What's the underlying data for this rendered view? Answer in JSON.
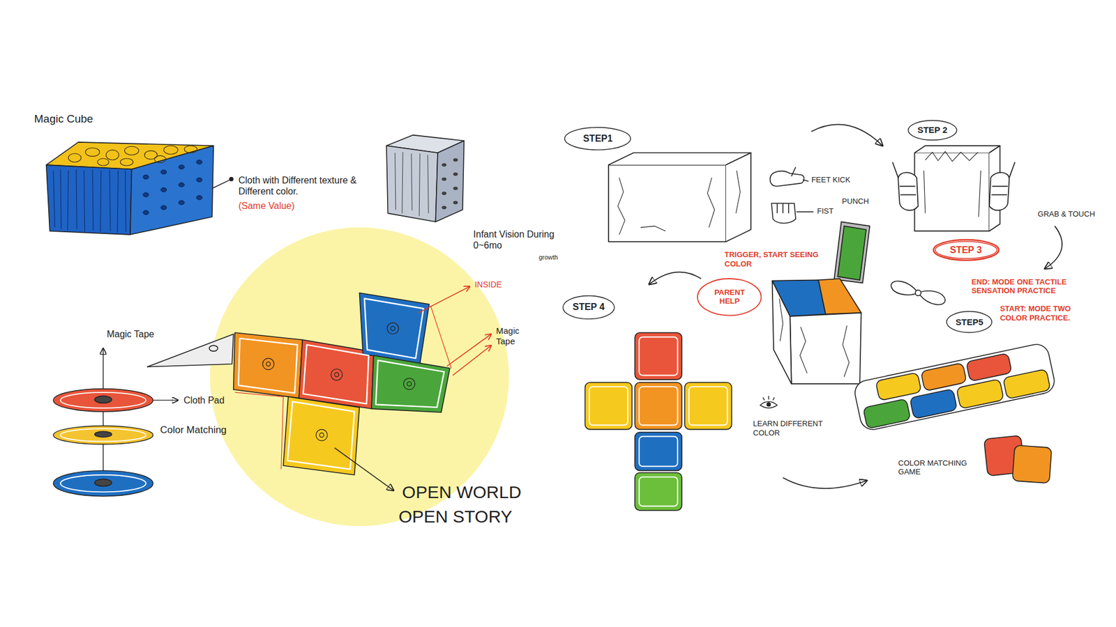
{
  "diagram": {
    "title": "Magic Cube",
    "nodes": [
      {
        "text": [
          "STEP1"
        ]
      },
      {
        "text": [
          "STEP 2"
        ]
      },
      {
        "text": [
          "STEP 3"
        ]
      },
      {
        "text": [
          "PARENT HELP"
        ]
      },
      {
        "text": [
          "STEP 4"
        ]
      },
      {
        "text": [
          "STEP5"
        ]
      }
    ],
    "labels": [
      "Cloth with Different texture & Different color.",
      "(Same Value)",
      "Infant Vision During 0~6mo",
      "growth",
      "INSIDE",
      "Magic Tape",
      "Magic Tape",
      "Cloth Pad",
      "Color Matching",
      "OPEN WORLD",
      "OPEN STORY",
      "FEET KICK",
      "PUNCH",
      "FIST",
      "GRAB & TOUCH",
      "TRIGGER, START SEEING COLOR",
      "END: MODE ONE TACTILE SENSATION PRACTICE",
      "START: MODE TWO COLOR PRACTICE.",
      "LEARN DIFFERENT COLOR",
      "COLOR MATCHING GAME"
    ]
  }
}
